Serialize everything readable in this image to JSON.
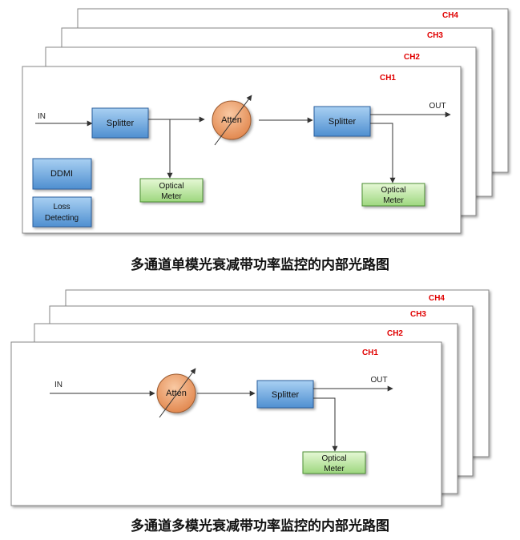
{
  "diagram_single": {
    "channels": [
      "CH1",
      "CH2",
      "CH3",
      "CH4"
    ],
    "in_label": "IN",
    "out_label": "OUT",
    "splitter_label": "Splitter",
    "atten_label": "Atten",
    "meter_line1": "Optical",
    "meter_line2": "Meter",
    "ddmi_label": "DDMI",
    "loss_line1": "Loss",
    "loss_line2": "Detecting",
    "caption": "多通道单模光衰减带功率监控的内部光路图"
  },
  "diagram_multi": {
    "channels": [
      "CH1",
      "CH2",
      "CH3",
      "CH4"
    ],
    "in_label": "IN",
    "out_label": "OUT",
    "splitter_label": "Splitter",
    "atten_label": "Atten",
    "meter_line1": "Optical",
    "meter_line2": "Meter",
    "caption": "多通道多模光衰减带功率监控的内部光路图"
  },
  "colors": {
    "channel_label": "#e00000",
    "splitter_top": "#a9d0f2",
    "splitter_bottom": "#4f8fd0",
    "atten_top": "#f9c9a3",
    "atten_bottom": "#e0844a",
    "meter_top": "#e6f8d6",
    "meter_bottom": "#9ed77f"
  }
}
